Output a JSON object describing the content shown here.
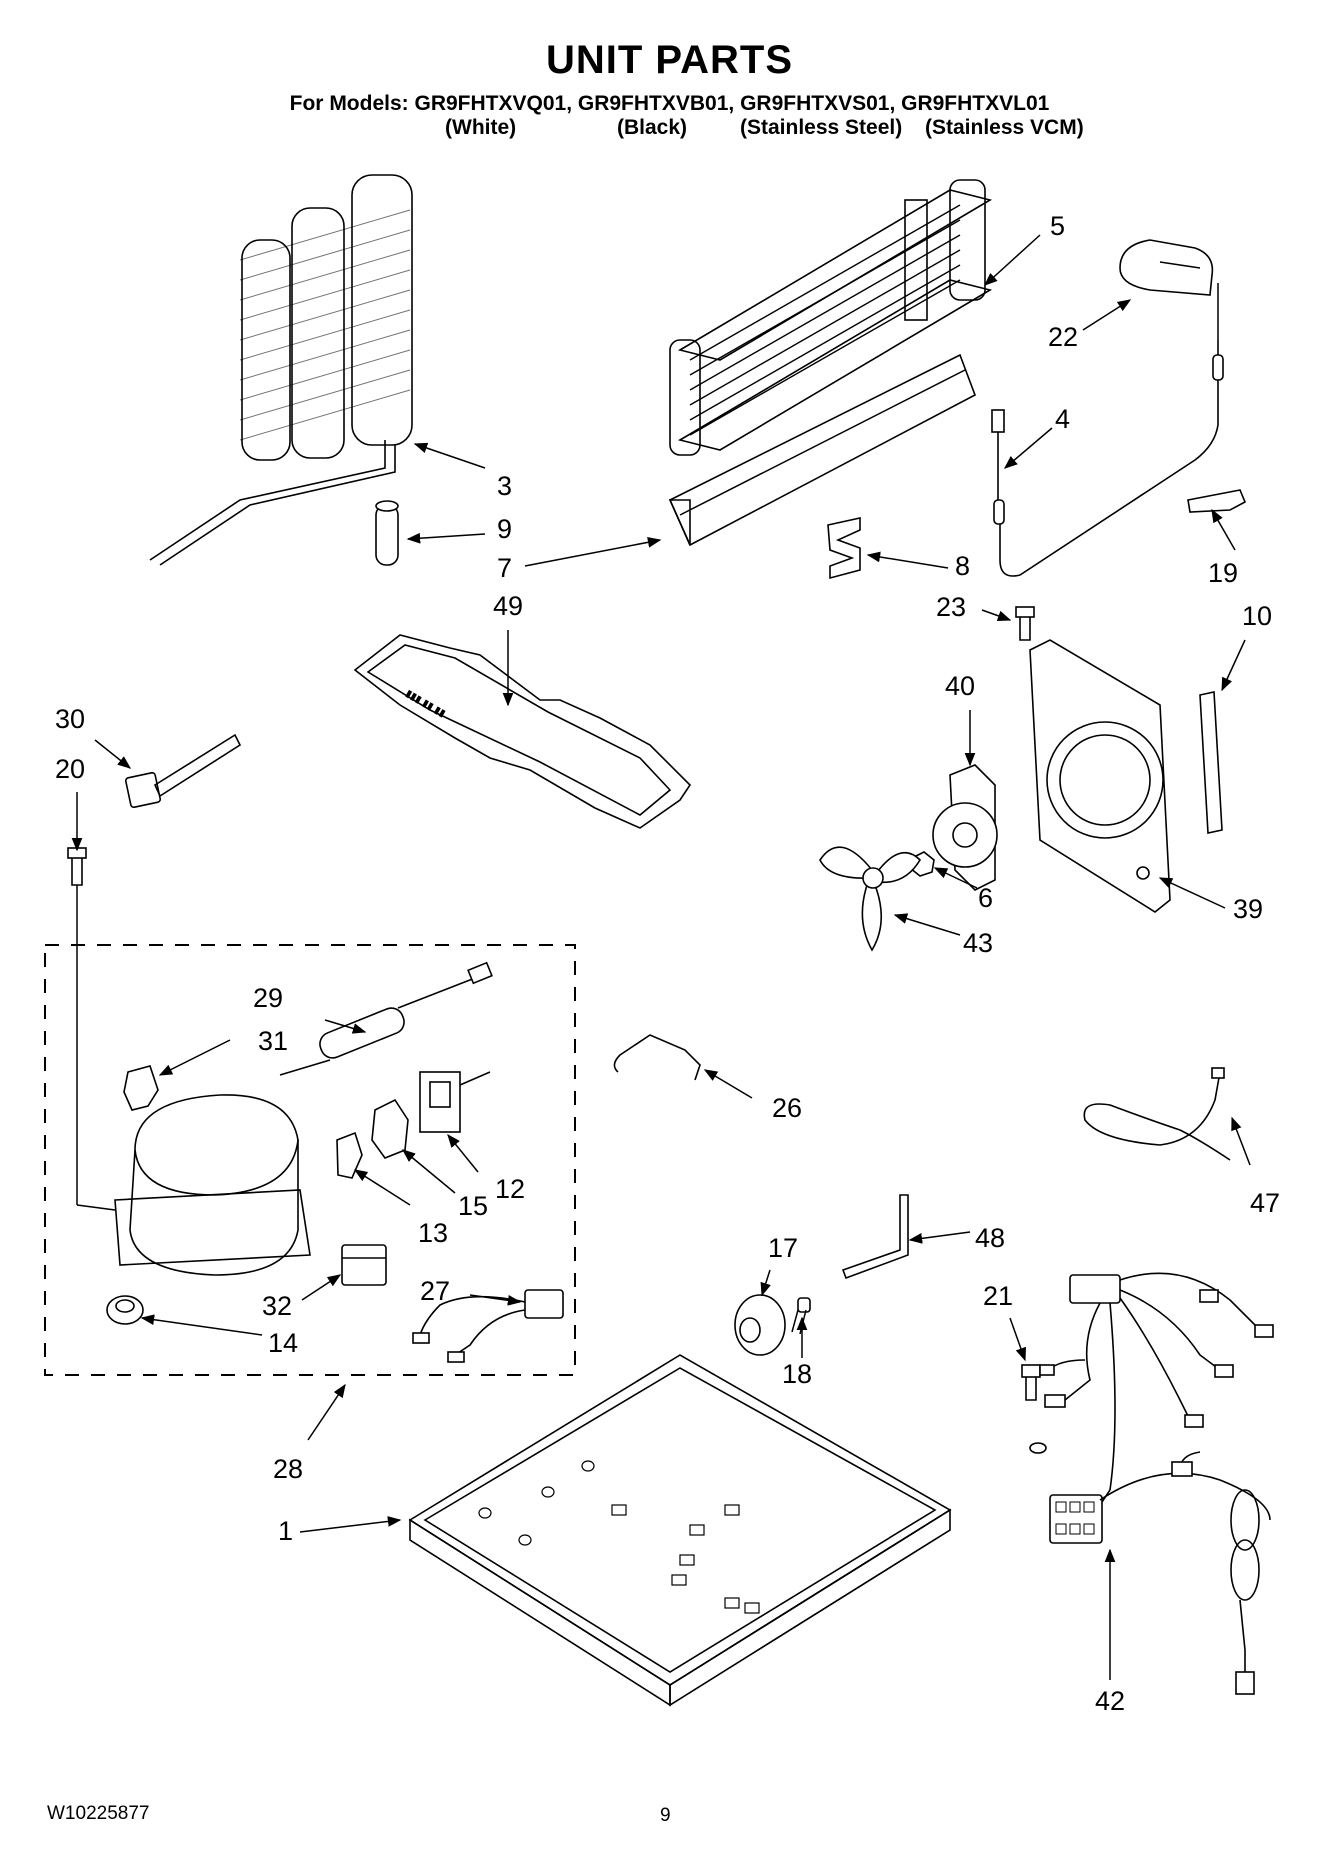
{
  "header": {
    "title": "UNIT PARTS",
    "models_line": "For Models: GR9FHTXVQ01, GR9FHTXVB01, GR9FHTXVS01, GR9FHTXVL01",
    "colors": [
      "(White)",
      "(Black)",
      "(Stainless Steel)",
      "(Stainless VCM)"
    ]
  },
  "callouts": {
    "c1": "1",
    "c3": "3",
    "c4": "4",
    "c5": "5",
    "c6": "6",
    "c7": "7",
    "c8": "8",
    "c9": "9",
    "c10": "10",
    "c12": "12",
    "c13": "13",
    "c14": "14",
    "c15": "15",
    "c17": "17",
    "c18": "18",
    "c19": "19",
    "c20": "20",
    "c21": "21",
    "c22": "22",
    "c23": "23",
    "c26": "26",
    "c27": "27",
    "c28": "28",
    "c29": "29",
    "c30": "30",
    "c31": "31",
    "c32": "32",
    "c39": "39",
    "c40": "40",
    "c42": "42",
    "c43": "43",
    "c47": "47",
    "c48": "48",
    "c49": "49"
  },
  "footer": {
    "doc_number": "W10225877",
    "page_number": "9"
  }
}
